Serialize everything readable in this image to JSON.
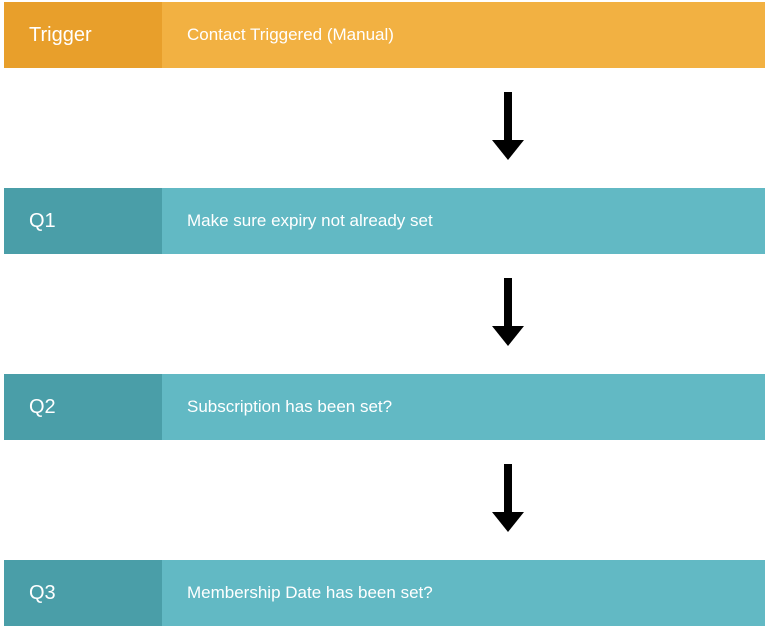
{
  "steps": [
    {
      "tag": "Trigger",
      "text": "Contact Triggered (Manual)"
    },
    {
      "tag": "Q1",
      "text": "Make sure expiry not already set"
    },
    {
      "tag": "Q2",
      "text": "Subscription has been set?"
    },
    {
      "tag": "Q3",
      "text": "Membership Date has been set?"
    }
  ],
  "colors": {
    "trigger_tag": "#e89f2b",
    "trigger_body": "#f2b142",
    "question_tag": "#4a9ea8",
    "question_body": "#62b9c4",
    "arrow": "#000000"
  }
}
